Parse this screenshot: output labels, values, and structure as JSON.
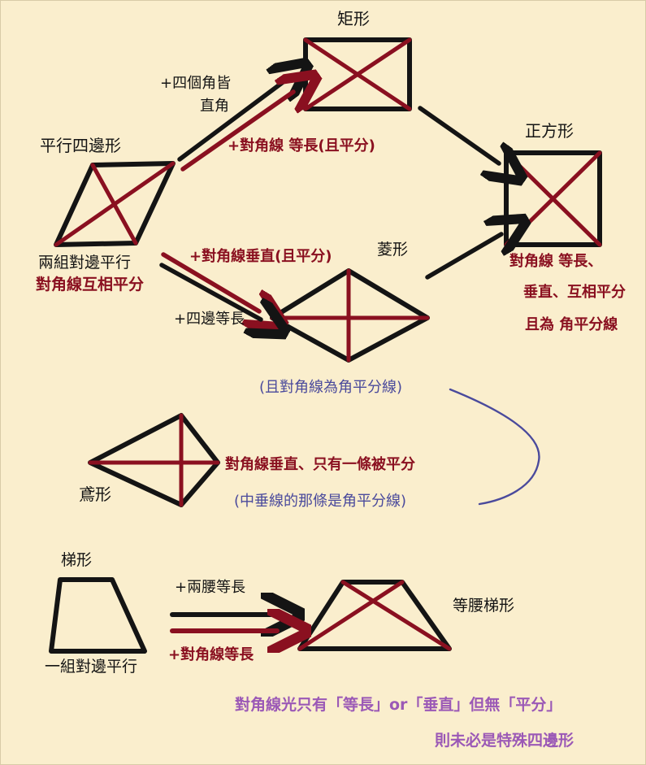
{
  "diagram": {
    "title_alt": "四邊形性質關係圖",
    "colors": {
      "background": "#faeecd",
      "shape_outline": "#141414",
      "diagonal": "#8a1020",
      "black_text": "#141414",
      "dark_red_text": "#8a1020",
      "blue_text": "#4a4a9c",
      "purple_text": "#9b59b6"
    }
  },
  "shapes": {
    "parallelogram": {
      "label": "平行四邊形"
    },
    "rectangle": {
      "label": "矩形"
    },
    "square": {
      "label": "正方形"
    },
    "rhombus": {
      "label": "菱形"
    },
    "kite": {
      "label": "鳶形"
    },
    "trapezoid": {
      "label": "梯形"
    },
    "isosceles_trapezoid": {
      "label": "等腰梯形"
    }
  },
  "annotations": {
    "parallelogram_props": {
      "line1": "兩組對邊平行",
      "line2": "對角線互相平分"
    },
    "to_rectangle": {
      "black_line1": "+四個角皆",
      "black_line2": "直角",
      "red": "+對角線 等長(且平分)"
    },
    "to_rhombus": {
      "red": "+對角線垂直(且平分)",
      "black": "+四邊等長"
    },
    "square_props": {
      "line1": "對角線 等長、",
      "line2": "垂直、互相平分",
      "line3": "且為 角平分線"
    },
    "rhombus_extra_blue": "(且對角線為角平分線)",
    "kite_props": {
      "red": "對角線垂直、只有一條被平分",
      "blue": "(中垂線的那條是角平分線)"
    },
    "trapezoid_props": "一組對邊平行",
    "to_isosceles": {
      "black": "+兩腰等長",
      "red": "+對角線等長"
    },
    "footer": {
      "line1": "對角線光只有「等長」or「垂直」但無「平分」",
      "line2": "則未必是特殊四邊形"
    }
  }
}
